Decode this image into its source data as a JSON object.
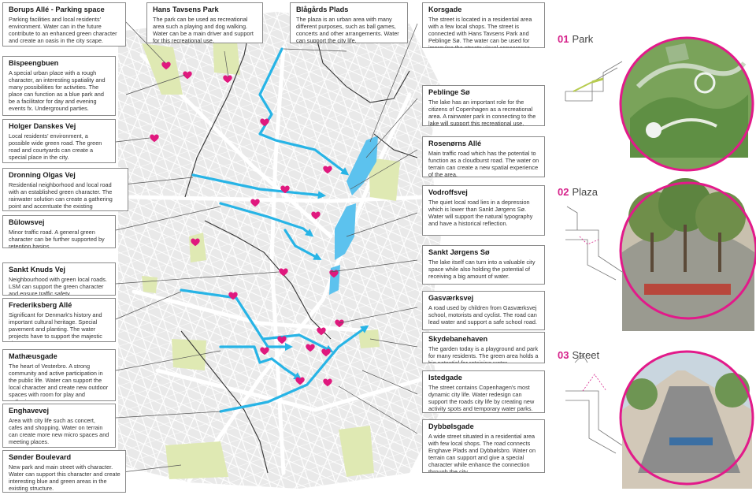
{
  "left_boxes": [
    {
      "id": "borups",
      "title": "Borups Allé - Parking space",
      "text": "Parking facilities and local residents' environment. Water can in the future contribute to an enhanced green character and create an oasis in the city scape."
    },
    {
      "id": "bispeengbuen",
      "title": "Bispeengbuen",
      "text": "A special urban place with a rough character, an interesting spatiality and many possibilities for activities. The place can function as a blue park and be a facilitator for day and evening events fx. Underground parties."
    },
    {
      "id": "holger",
      "title": "Holger Danskes Vej",
      "text": "Local residents' environment, a possible wide green road. The green road and courtyards can create a special place in the city."
    },
    {
      "id": "dronning",
      "title": "Dronning Olgas Vej",
      "text": "Residential neighborhood and local road with an established green character. The rainwater solution can create a gathering point and accentuate the existing exclusiveness."
    },
    {
      "id": "bulowsvej",
      "title": "Bülowsvej",
      "text": "Minor traffic road. A general green character can be further supported by retention basins."
    },
    {
      "id": "sankt-knuds",
      "title": "Sankt Knuds Vej",
      "text": "Neighbourhood with green local roads. LSM can support the green character and ensure traffic safety."
    },
    {
      "id": "frederiksberg",
      "title": "Frederiksberg Allé",
      "text": "Significant for Denmark's history and important cultural heritage. Special pavement and planting. The water projects have to support the majestic character."
    },
    {
      "id": "mathaeusgade",
      "title": "Mathæusgade",
      "text": "The heart of Vesterbro. A strong community and active participation in the public life. Water can support the local character and create new outdoor spaces with room for play and gatherings."
    },
    {
      "id": "enghavevej",
      "title": "Enghavevej",
      "text": "Area with city life such as concert, cafes and shopping. Water on terrain can create more new micro spaces and meeting places."
    },
    {
      "id": "sonder",
      "title": "Sønder Boulevard",
      "text": "New park and main street with character. Water can support this character and create interesting blue and green areas in the existing structure."
    }
  ],
  "top_boxes": [
    {
      "id": "hans-tavsens",
      "title": "Hans Tavsens Park",
      "text": "The park can be used as recreational area such a playing and dog walking. Water can be a main driver and support for this recreational use."
    },
    {
      "id": "blagards",
      "title": "Blågårds Plads",
      "text": "The plaza is an urban area with many different purposes, such as ball games, concerts and other arrangements. Water can support the city life."
    }
  ],
  "right_boxes": [
    {
      "id": "korsgade",
      "title": "Korsgade",
      "text": "The street is located in a residential area with a few local shops. The street is connected with Hans Tavsens Park and Peblinge Sø. The water can be used for improving the streets visual appearance."
    },
    {
      "id": "peblinge",
      "title": "Peblinge Sø",
      "text": "The lake has an important role for the citizens of Copenhagen as a recreational area. A rainwater park in connecting to the lake will support this recreational use."
    },
    {
      "id": "rosenorns",
      "title": "Rosenørns Allé",
      "text": "Main traffic road which has the potential to function as a cloudburst road. The water on terrain can create a new spatial experience of the area."
    },
    {
      "id": "vodroffsvej",
      "title": "Vodroffsvej",
      "text": "The quiet local road lies in a depression which is lower than Sankt Jørgens Sø. Water will support the natural typography and have a historical reflection."
    },
    {
      "id": "sankt-jorgens",
      "title": "Sankt Jørgens Sø",
      "text": "The lake itself can turn into a valuable city space while also holding the potential of receiving a big amount of water."
    },
    {
      "id": "gasvaerksvej",
      "title": "Gasværksvej",
      "text": "A road used by children from Gasværksvej school, motorists and cyclist. The road can lead water and support a safe school road."
    },
    {
      "id": "skydebanehaven",
      "title": "Skydebanehaven",
      "text": "The garden today is a playground and park for many residents. The green area holds a big potential for retaining water."
    },
    {
      "id": "istedgade",
      "title": "Istedgade",
      "text": "The street contains Copenhagen's most dynamic city life. Water redesign can support the roads city life by creating new activity spots and temporary water parks."
    },
    {
      "id": "dybbolsgade",
      "title": "Dybbølsgade",
      "text": "A wide street situated in a residential area with few local shops. The road connects Enghave Plads and Dybbølsbro. Water on terrain can support and give a special character while enhance the connection through the city."
    }
  ],
  "cross_sections": [
    {
      "id": "park",
      "number": "01",
      "label": "Park"
    },
    {
      "id": "plaza",
      "number": "02",
      "label": "Plaza"
    },
    {
      "id": "street",
      "number": "03",
      "label": "Street"
    }
  ],
  "colors": {
    "water_route": "#27b4e6",
    "heart": "#e0187e",
    "lake": "#5cc2ee",
    "park": "#dfe9b3",
    "accent": "#d6218a",
    "box_border": "#8a8a8a"
  },
  "icons": {
    "marker": "heart-icon",
    "route": "arrow-icon"
  }
}
